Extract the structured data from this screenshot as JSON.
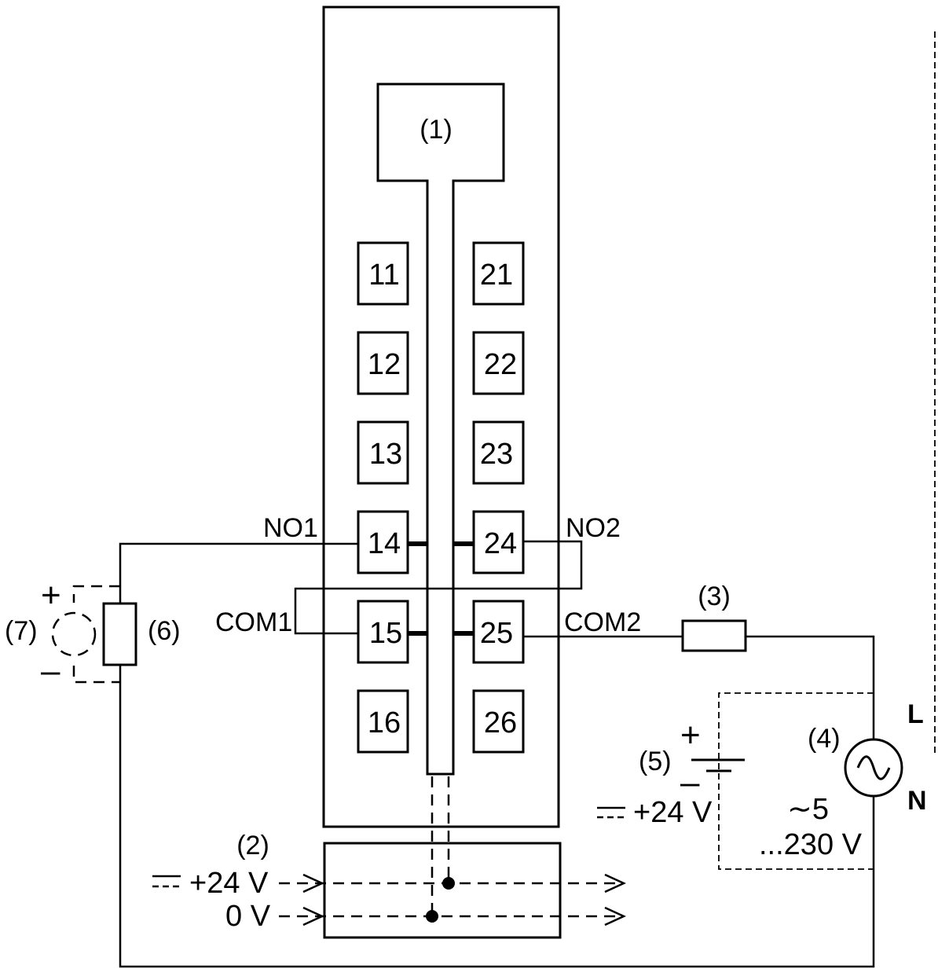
{
  "callouts": {
    "c1": "(1)",
    "c2": "(2)",
    "c3": "(3)",
    "c4": "(4)",
    "c5": "(5)",
    "c6": "(6)",
    "c7": "(7)"
  },
  "terminals_left": [
    "11",
    "12",
    "13",
    "14",
    "15",
    "16"
  ],
  "terminals_right": [
    "21",
    "22",
    "23",
    "24",
    "25",
    "26"
  ],
  "contact_labels": {
    "no1": "NO1",
    "no2": "NO2",
    "com1": "COM1",
    "com2": "COM2"
  },
  "supply_bus": {
    "plus_label": "+24 V",
    "zero_label": "0 V"
  },
  "dc_source": {
    "plus": "+",
    "minus": "–",
    "voltage": "+24 V"
  },
  "ac_source": {
    "line": "L",
    "neutral": "N",
    "range_top": "∼5",
    "range_bottom": "...230 V"
  },
  "load_polarity": {
    "plus": "+",
    "minus": "–"
  }
}
